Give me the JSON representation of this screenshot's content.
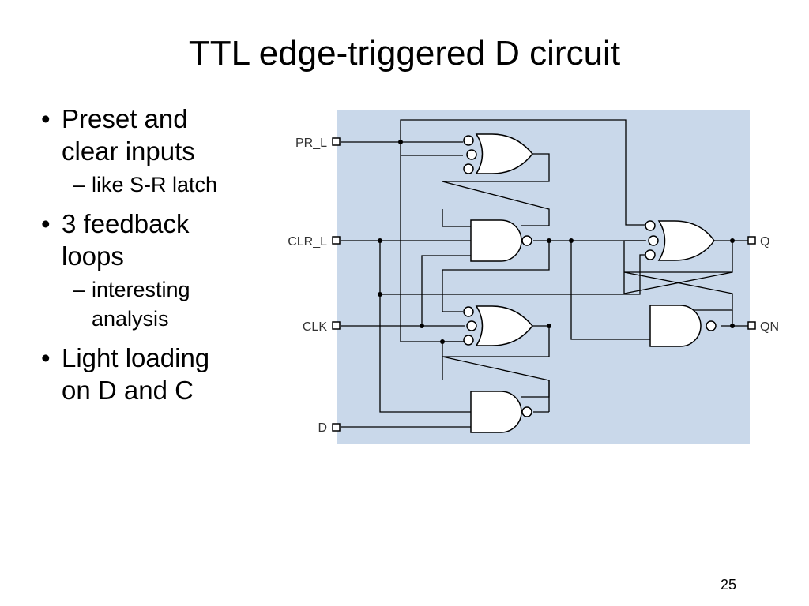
{
  "slide": {
    "title": "TTL edge-triggered D circuit",
    "page_number": "25"
  },
  "bullets": [
    {
      "text": "Preset and",
      "text2": "clear inputs",
      "sub": "like S-R latch"
    },
    {
      "text": "3 feedback",
      "text2": "loops",
      "sub": "interesting",
      "sub2": "analysis"
    },
    {
      "text": "Light loading",
      "text2": "on D and C"
    }
  ],
  "diagram": {
    "background_color": "#c9d8ea",
    "pins": {
      "pr_l": "PR_L",
      "clr_l": "CLR_L",
      "clk": "CLK",
      "d": "D",
      "q": "Q",
      "qn": "QN"
    }
  }
}
